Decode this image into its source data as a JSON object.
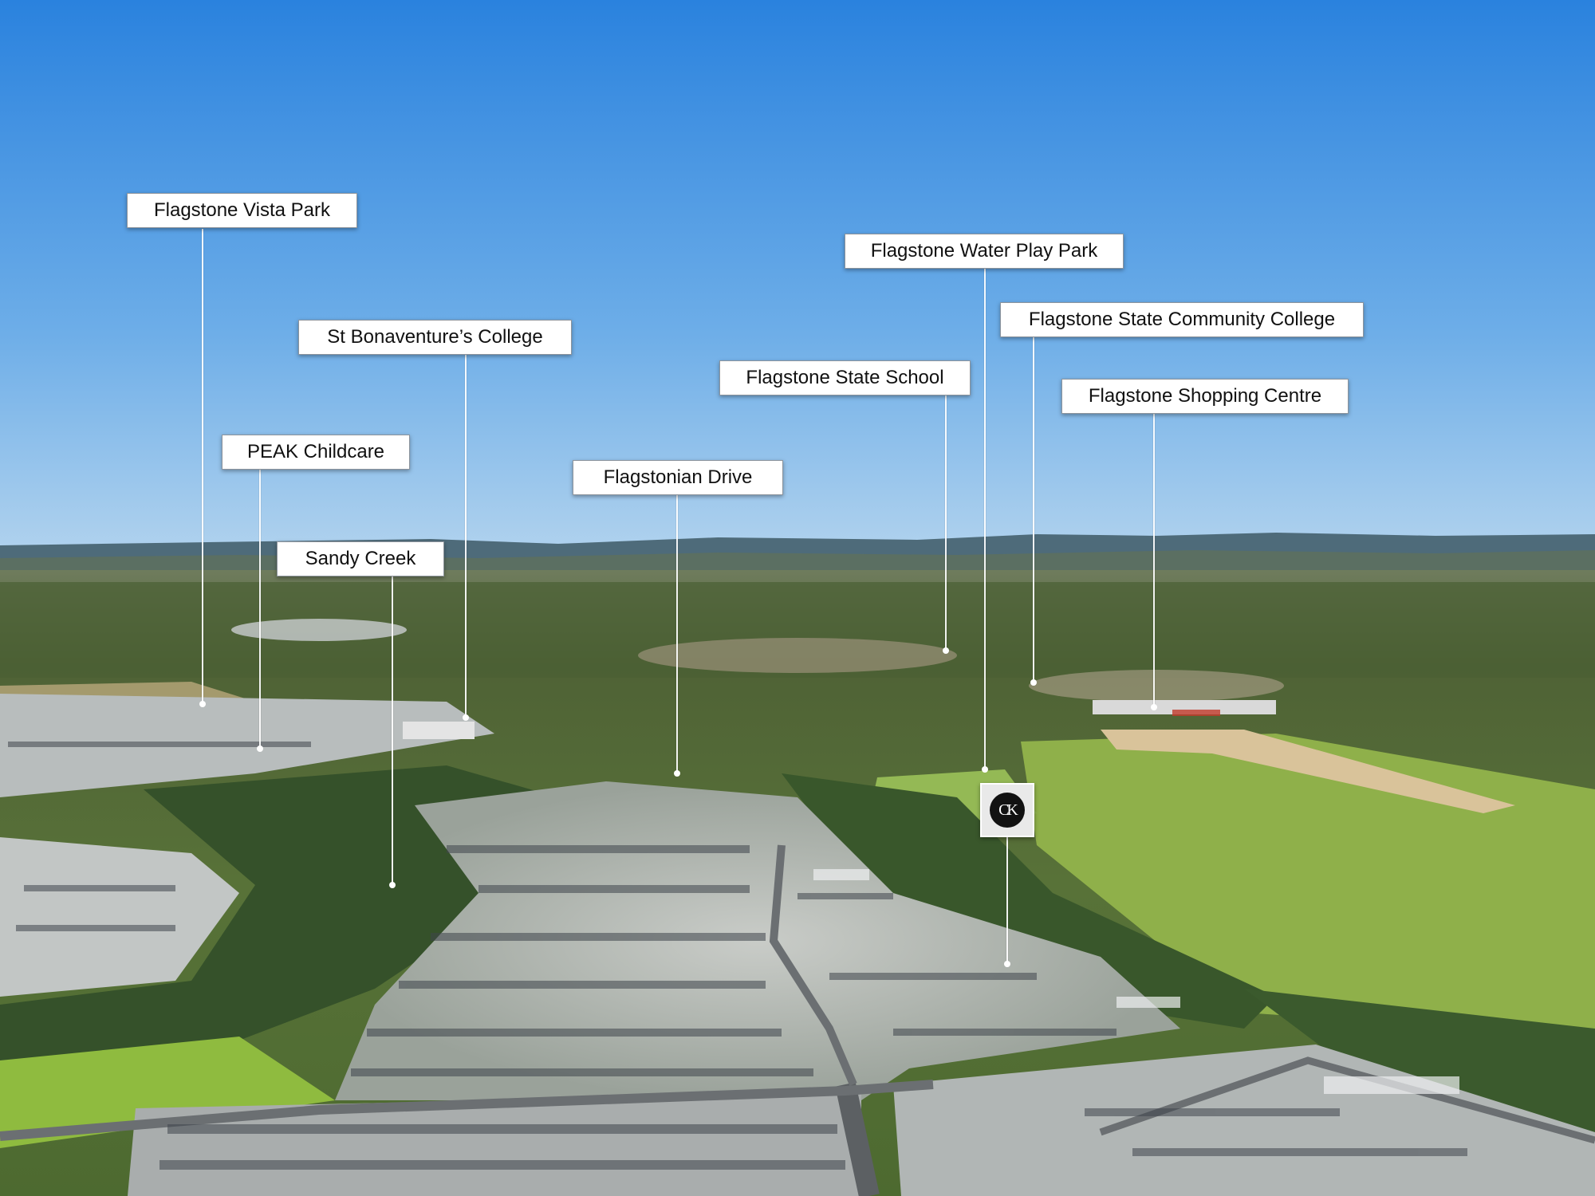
{
  "labels": {
    "flagstone_vista_park": "Flagstone Vista Park",
    "st_bonaventures_college": "St Bonaventure’s College",
    "peak_childcare": "PEAK Childcare",
    "sandy_creek": "Sandy Creek",
    "flagstonian_drive": "Flagstonian Drive",
    "flagstone_water_play_park": "Flagstone Water Play Park",
    "flagstone_state_community_college": "Flagstone State Community College",
    "flagstone_state_school": "Flagstone State School",
    "flagstone_shopping_centre": "Flagstone Shopping Centre"
  },
  "marker": {
    "logo_icon": "ck-monogram-icon"
  },
  "colors": {
    "sky_top": "#2d86e0",
    "sky_horizon": "#a9cfee",
    "mountains": "#4d6c7c",
    "bush": "#3d5a2a",
    "grass": "#8cb44a",
    "roof_dark": "#4a5058",
    "roof_light": "#e6e8ea"
  }
}
